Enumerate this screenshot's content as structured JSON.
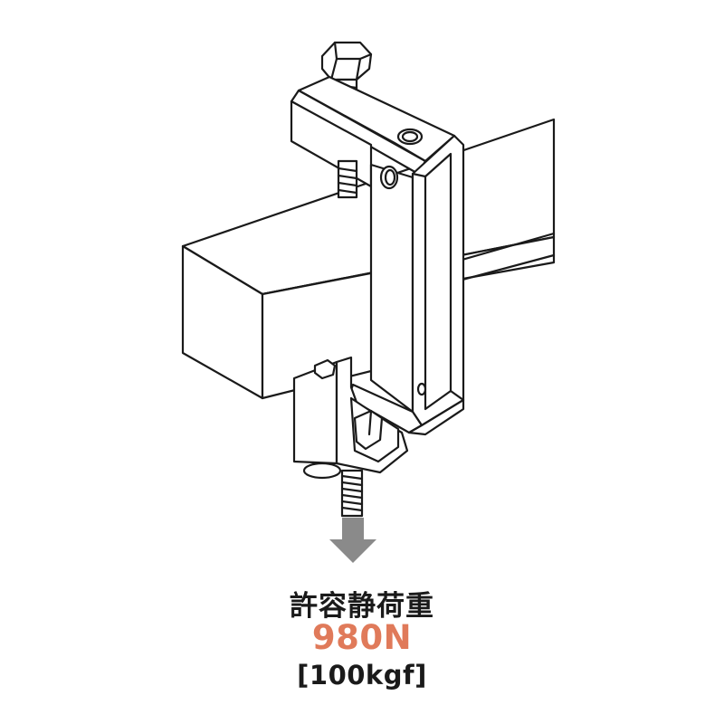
{
  "caption": {
    "title": "許容静荷重",
    "value": "980N",
    "value_kgf": "[100kgf]"
  },
  "colors": {
    "line": "#1a1a1a",
    "arrow": "#8a8a8a",
    "accent": "#e07a5a"
  },
  "icons": {
    "load_arrow": "arrow-down-icon"
  }
}
